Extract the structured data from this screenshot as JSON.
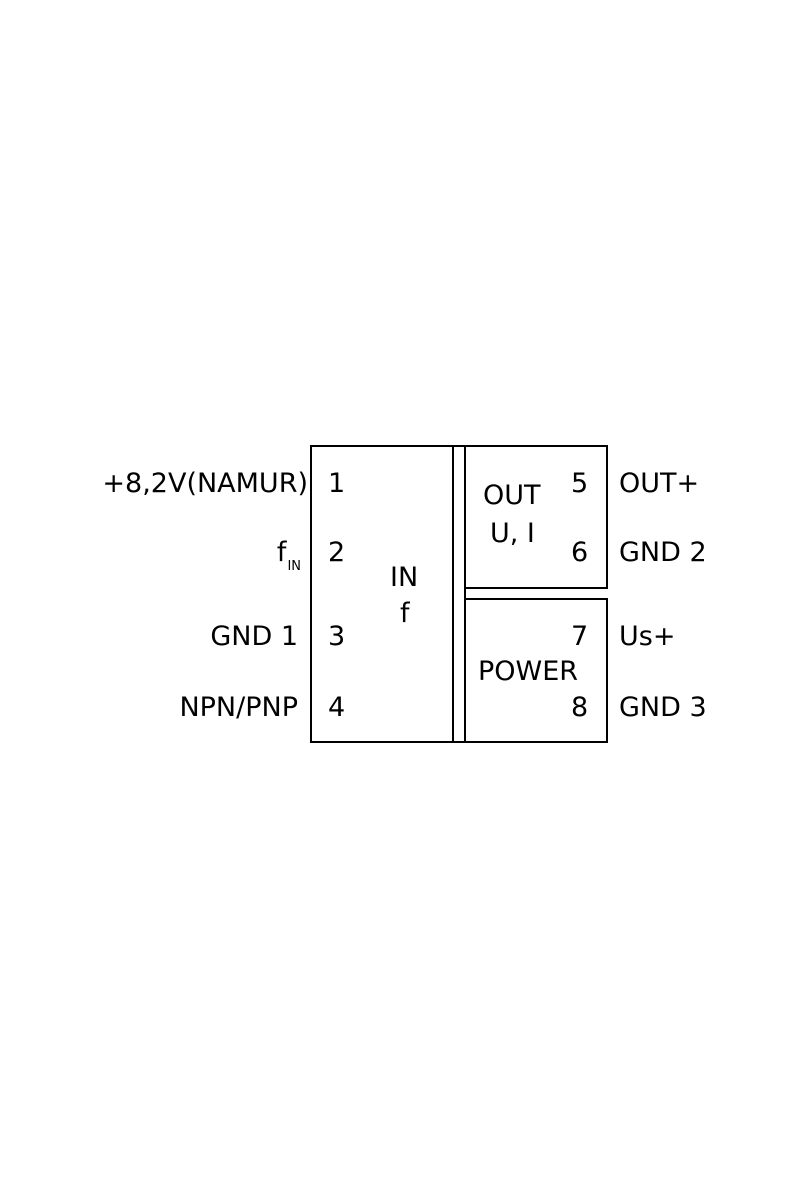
{
  "left_labels": {
    "pin1": "+8,2V(NAMUR)",
    "pin2_main": "f",
    "pin2_sub": "IN",
    "pin3": "GND 1",
    "pin4": "NPN/PNP"
  },
  "pin_numbers": [
    "1",
    "2",
    "3",
    "4",
    "5",
    "6",
    "7",
    "8"
  ],
  "blocks": {
    "input": {
      "line1": "IN",
      "line2": "f"
    },
    "output": {
      "line1": "OUT",
      "line2": "U, I"
    },
    "power": {
      "label": "POWER"
    }
  },
  "right_labels": {
    "pin5": "OUT+",
    "pin6": "GND 2",
    "pin7": "Us+",
    "pin8": "GND 3"
  }
}
